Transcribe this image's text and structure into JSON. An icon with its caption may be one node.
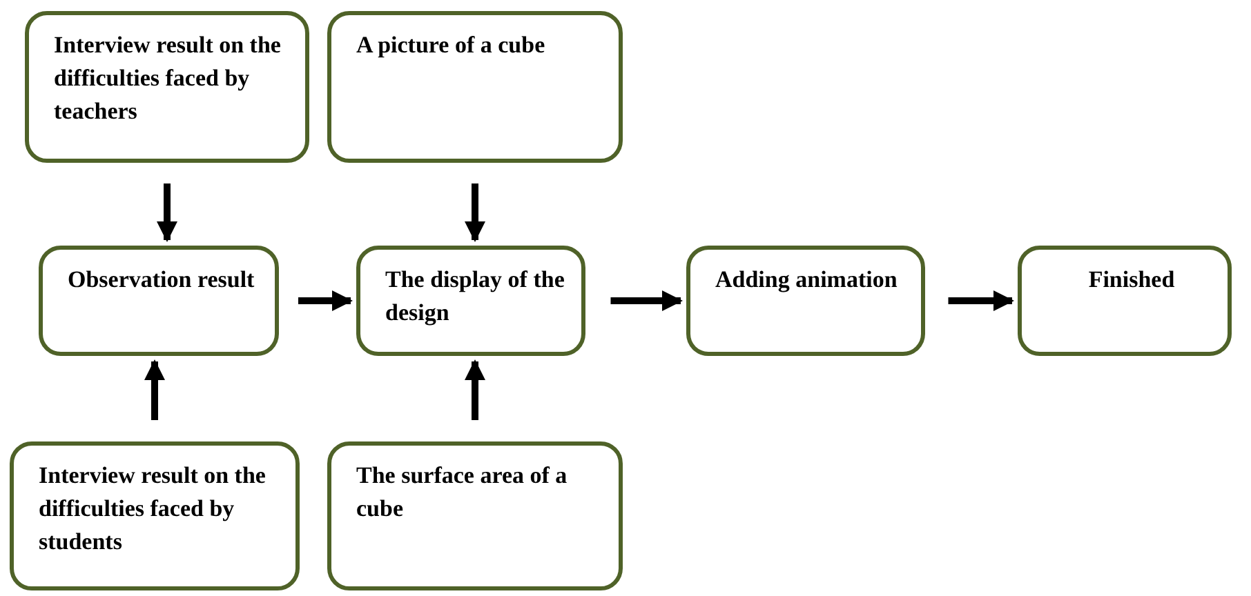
{
  "diagram": {
    "nodes": [
      {
        "text": [
          "Interview result on the difficulties faced by teachers"
        ]
      },
      {
        "text": [
          "A picture of a cube"
        ]
      },
      {
        "text": [
          "Observation result"
        ]
      },
      {
        "text": [
          "The display of the design"
        ]
      },
      {
        "text": [
          "Adding animation"
        ]
      },
      {
        "text": [
          "Finished"
        ]
      },
      {
        "text": [
          "Interview result on the difficulties faced by students"
        ]
      },
      {
        "text": [
          "The surface area of a cube"
        ]
      }
    ],
    "edges": [
      {
        "from": 0,
        "to": 2,
        "arrow": "to"
      },
      {
        "from": 1,
        "to": 3,
        "arrow": "to"
      },
      {
        "from": 2,
        "to": 3,
        "arrow": "to"
      },
      {
        "from": 3,
        "to": 4,
        "arrow": "to"
      },
      {
        "from": 4,
        "to": 5,
        "arrow": "to"
      },
      {
        "from": 6,
        "to": 2,
        "arrow": "to"
      },
      {
        "from": 7,
        "to": 3,
        "arrow": "to"
      }
    ]
  }
}
